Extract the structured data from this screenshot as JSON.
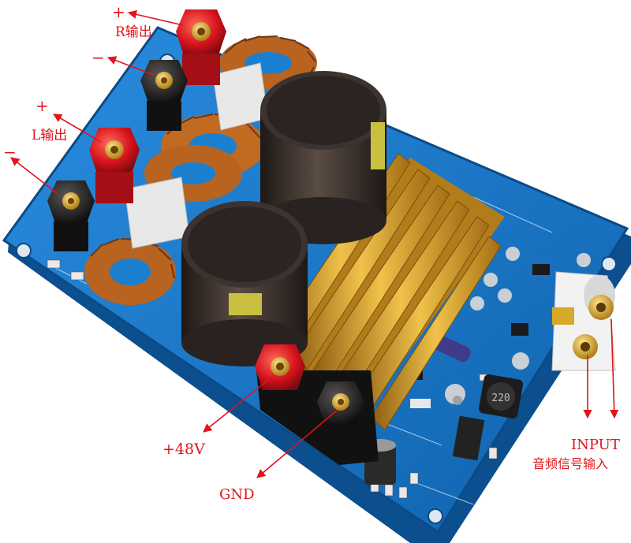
{
  "photo": {
    "subject": "amplifier-circuit-board",
    "colors": {
      "board": "#1b7fd0",
      "board_dark": "#0d5ea6",
      "heatsink": "#d9a22a",
      "copper_coil": "#b8631f",
      "capacitor": "#3b332f",
      "terminal_red": "#d6121c",
      "terminal_black": "#1c1a1a",
      "annotation": "#e0141b",
      "rca_gold": "#d7a928"
    },
    "chip_marking": "220"
  },
  "annotations": {
    "r_plus": "+",
    "r_output": "R输出",
    "r_minus": "−",
    "l_plus": "+",
    "l_output": "L输出",
    "l_minus": "−",
    "power_plus": "+48V",
    "ground": "GND",
    "input": "INPUT",
    "input_desc": "音频信号输入"
  }
}
